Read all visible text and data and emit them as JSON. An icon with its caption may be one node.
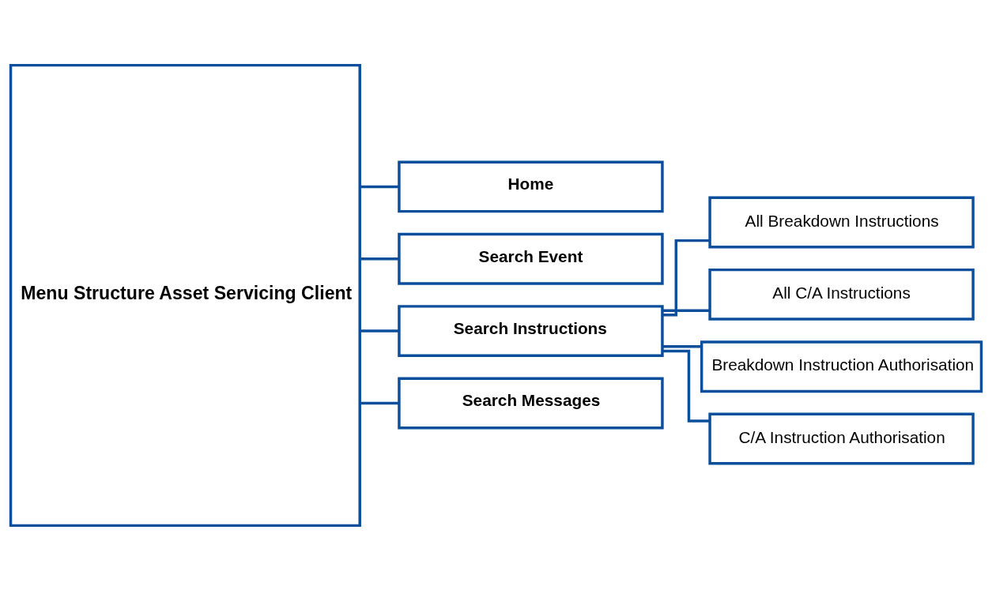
{
  "diagram": {
    "nodes": [
      {
        "text": [
          "Menu Structure Asset Servicing Client"
        ]
      },
      {
        "text": [
          "Home"
        ]
      },
      {
        "text": [
          "Search Event"
        ]
      },
      {
        "text": [
          "Search Instructions"
        ]
      },
      {
        "text": [
          "Search Messages"
        ]
      },
      {
        "text": [
          "All Breakdown Instructions"
        ]
      },
      {
        "text": [
          "All C/A Instructions"
        ]
      },
      {
        "text": [
          "Breakdown Instruction Authorisation"
        ]
      },
      {
        "text": [
          "C/A Instruction Authorisation"
        ]
      }
    ],
    "edges": [
      {
        "from": 0,
        "to": 1,
        "arrow": "none"
      },
      {
        "from": 0,
        "to": 2,
        "arrow": "none"
      },
      {
        "from": 0,
        "to": 3,
        "arrow": "none"
      },
      {
        "from": 0,
        "to": 4,
        "arrow": "none"
      },
      {
        "from": 3,
        "to": 5,
        "arrow": "none"
      },
      {
        "from": 3,
        "to": 6,
        "arrow": "none"
      },
      {
        "from": 3,
        "to": 7,
        "arrow": "none"
      },
      {
        "from": 3,
        "to": 8,
        "arrow": "none"
      }
    ]
  }
}
